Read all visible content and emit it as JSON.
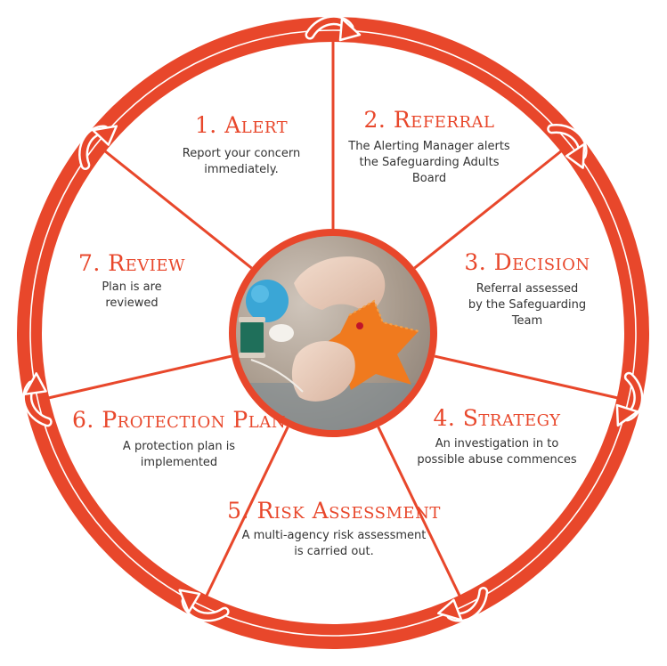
{
  "stages": [
    {
      "title": "1. Alert",
      "desc": [
        "Report your concern",
        "immediately."
      ]
    },
    {
      "title": "2. Referral",
      "desc": [
        "The Alerting Manager alerts",
        "the Safeguarding Adults",
        "Board"
      ]
    },
    {
      "title": "3. Decision",
      "desc": [
        "Referral assessed",
        "by the Safeguarding",
        "Team"
      ]
    },
    {
      "title": "4. Strategy",
      "desc": [
        "An investigation in to",
        "possible abuse commences"
      ]
    },
    {
      "title": "5. Risk Assessment",
      "desc": [
        "A multi-agency risk assessment",
        "is carried out."
      ]
    },
    {
      "title": "6. Protection Plan",
      "desc": [
        "A protection plan is",
        "implemented"
      ]
    },
    {
      "title": "7. Review",
      "desc": [
        "Plan is are",
        "reviewed"
      ]
    }
  ],
  "colors": {
    "ring": "#e8472b",
    "title": "#e8472b",
    "text": "#333333",
    "background": "#ffffff"
  },
  "center_image": "photo of hands sewing an orange felt star",
  "icons": [
    "cycle-arrow-icon"
  ]
}
